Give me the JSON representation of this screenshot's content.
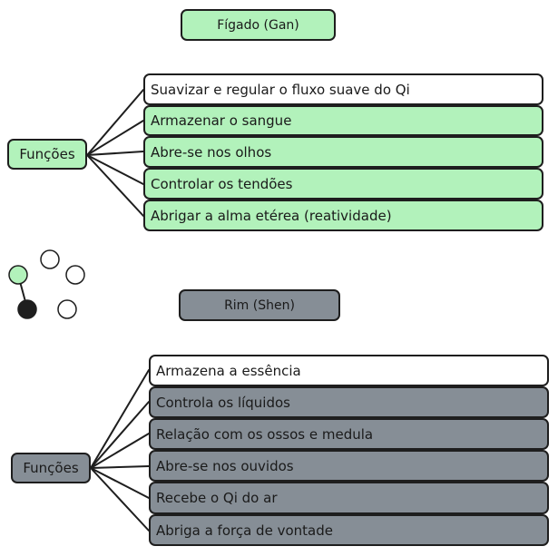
{
  "colors": {
    "liver_fill": "#b2f2bb",
    "kidney_fill": "#868e96",
    "highlight_fill": "#ffffff",
    "stroke": "#1e1e1e",
    "dot_dark": "#1e1e1e"
  },
  "liver": {
    "title": "Fígado (Gan)",
    "hub_label": "Funções",
    "items": [
      "Suavizar e regular o fluxo suave do Qi",
      "Armazenar o sangue",
      "Abre-se nos olhos",
      "Controlar os tendões",
      "Abrigar a alma etérea (reatividade)"
    ]
  },
  "kidney": {
    "title": "Rim (Shen)",
    "hub_label": "Funções",
    "items": [
      "Armazena a essência",
      "Controla os líquidos",
      "Relação com os ossos e medula",
      "Abre-se nos ouvidos",
      "Recebe o Qi do ar",
      "Abriga a força de vontade"
    ]
  },
  "legend_dots": {
    "icon": "five-circles-icon"
  }
}
